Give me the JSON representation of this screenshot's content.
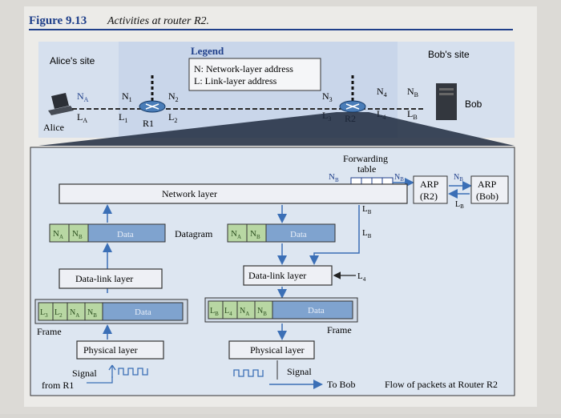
{
  "figure": {
    "number": "Figure 9.13",
    "caption": "Activities at router R2."
  },
  "legend": {
    "title": "Legend",
    "line1": "N: Network-layer address",
    "line2": "L: Link-layer address"
  },
  "sites": {
    "alice_site": "Alice's site",
    "bob_site": "Bob's site",
    "alice": "Alice",
    "bob": "Bob"
  },
  "top_labels": {
    "na_left": "N",
    "na_left_sub": "A",
    "la_left": "L",
    "la_left_sub": "A",
    "n1": "N",
    "n1_sub": "1",
    "l1": "L",
    "l1_sub": "1",
    "r1": "R1",
    "n2": "N",
    "n2_sub": "2",
    "l2": "L",
    "l2_sub": "2",
    "n3": "N",
    "n3_sub": "3",
    "l3": "L",
    "l3_sub": "3",
    "r2": "R2",
    "n4": "N",
    "n4_sub": "4",
    "l4": "L",
    "l4_sub": "4",
    "nb": "N",
    "nb_sub": "B",
    "lb": "L",
    "lb_sub": "B"
  },
  "detail": {
    "forwarding_table": "Forwarding table",
    "network_layer": "Network layer",
    "arp_r2_1": "ARP",
    "arp_r2_2": "(R2)",
    "arp_bob_1": "ARP",
    "arp_bob_2": "(Bob)",
    "nb": "N",
    "nb_sub": "B",
    "lb": "L",
    "lb_sub": "B",
    "datagram": "Datagram",
    "data": "Data",
    "datalink_left": "Data-link layer",
    "datalink_right": "Data-link layer",
    "l4": "L",
    "l4_sub": "4",
    "frame_left": "Frame",
    "frame_right": "Frame",
    "physical_left": "Physical layer",
    "physical_right": "Physical layer",
    "signal_left": "Signal",
    "signal_right": "Signal",
    "from_r1": "from R1",
    "to_bob": "To Bob",
    "flow_caption": "Flow of packets at Router R2",
    "hdr_na": "N",
    "hdr_na_sub": "A",
    "hdr_nb": "N",
    "hdr_nb_sub": "B",
    "hdr_l3": "L",
    "hdr_l3_sub": "3",
    "hdr_l2": "L",
    "hdr_l2_sub": "2",
    "hdr_lb": "L",
    "hdr_lb_sub": "B",
    "hdr_l4": "L",
    "hdr_l4_sub": "4"
  },
  "colors": {
    "title_blue": "#1f3f8a",
    "field_green": "#b8d7a3",
    "field_blue": "#7fa3cf",
    "layer_fill": "#eef0f5",
    "panel_fill": "#c9d6ea",
    "detail_fill": "#dde6f1"
  }
}
